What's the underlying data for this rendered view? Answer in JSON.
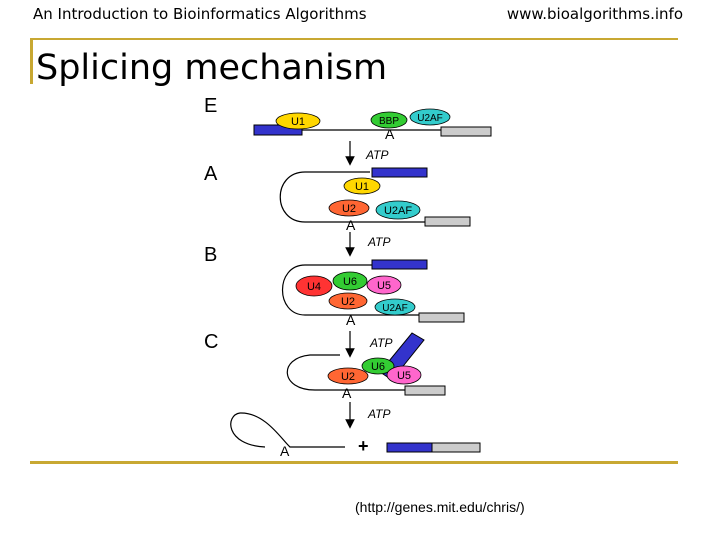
{
  "header": {
    "left": "An Introduction to Bioinformatics Algorithms",
    "right": "www.bioalgorithms.info"
  },
  "title": "Splicing mechanism",
  "stages": [
    "E",
    "A",
    "B",
    "C"
  ],
  "atp": "ATP",
  "branch_point": "A",
  "plus": "+",
  "factors": {
    "u1": "U1",
    "bbp": "BBP",
    "u2af": "U2AF",
    "u2": "U2",
    "u4": "U4",
    "u5": "U5",
    "u6": "U6"
  },
  "credit": "(http://genes.mit.edu/chris/)",
  "colors": {
    "accent": "#c8a832",
    "exon1": "#3333cc",
    "exon2": "#cccccc",
    "u1": "#ffd700",
    "bbp": "#33cc33",
    "u2af": "#33cccc",
    "u2": "#ff6633",
    "u4": "#ff3333",
    "u5": "#ff66cc",
    "u6": "#33cc33"
  }
}
